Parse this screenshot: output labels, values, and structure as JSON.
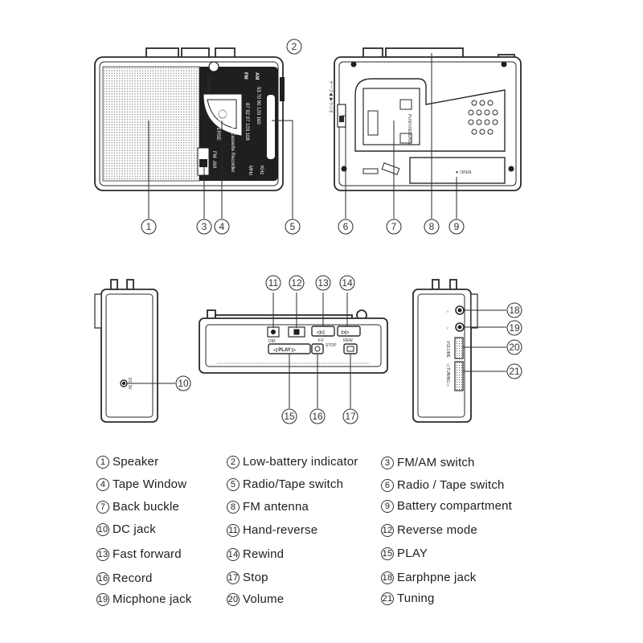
{
  "callouts": [
    "1",
    "2",
    "3",
    "4",
    "5",
    "6",
    "7",
    "8",
    "9",
    "10",
    "11",
    "12",
    "13",
    "14",
    "15",
    "16",
    "17",
    "18",
    "19",
    "20",
    "21"
  ],
  "radio_face": {
    "am_label": "AM",
    "fm_label": "FM",
    "am_scale": "53 70 90 120 160",
    "fm_scale": "87 92 97 103 108",
    "am_unit": "KHz",
    "fm_unit": "MHz",
    "model_line": "AM/FM Radio Cassette Recorder",
    "model_name": "WM-T9",
    "auto_reverse": "AUTO REVERSE",
    "low_batt": "LOW BATT",
    "switch_labels": [
      "FM",
      "AM"
    ]
  },
  "back_face": {
    "push_release": "PUSH RELEASE",
    "open_label": "▼ OPEN",
    "side_text": "テープ◀ ▶ラジオ"
  },
  "top_face": {
    "dir_label": "DIR",
    "ff_label": "F.F",
    "rew_label": "REW",
    "stop_label": "STOP",
    "play_label": "◁ PLAY ▷"
  },
  "side_face": {
    "dc_label": "DC 3V",
    "volume_label": "VOLUME",
    "tuning_label": "◁ TUNING ▷"
  },
  "legend": [
    {
      "num": "1",
      "text": "Speaker"
    },
    {
      "num": "2",
      "text": "Low-battery indicator"
    },
    {
      "num": "3",
      "text": "FM/AM switch"
    },
    {
      "num": "4",
      "text": "Tape Window"
    },
    {
      "num": "5",
      "text": "Radio/Tape switch"
    },
    {
      "num": "6",
      "text": "Radio / Tape switch"
    },
    {
      "num": "7",
      "text": "Back buckle"
    },
    {
      "num": "8",
      "text": "FM antenna"
    },
    {
      "num": "9",
      "text": "Battery compartment"
    },
    {
      "num": "10",
      "text": "DC jack"
    },
    {
      "num": "11",
      "text": "Hand-reverse"
    },
    {
      "num": "12",
      "text": "Reverse  mode"
    },
    {
      "num": "13",
      "text": "Fast forward"
    },
    {
      "num": "14",
      "text": "Rewind"
    },
    {
      "num": "15",
      "text": "PLAY"
    },
    {
      "num": "16",
      "text": "Record"
    },
    {
      "num": "17",
      "text": "Stop"
    },
    {
      "num": "18",
      "text": "Earphpne  jack"
    },
    {
      "num": "19",
      "text": "Micphone jack"
    },
    {
      "num": "20",
      "text": "Volume"
    },
    {
      "num": "21",
      "text": "Tuning"
    }
  ]
}
